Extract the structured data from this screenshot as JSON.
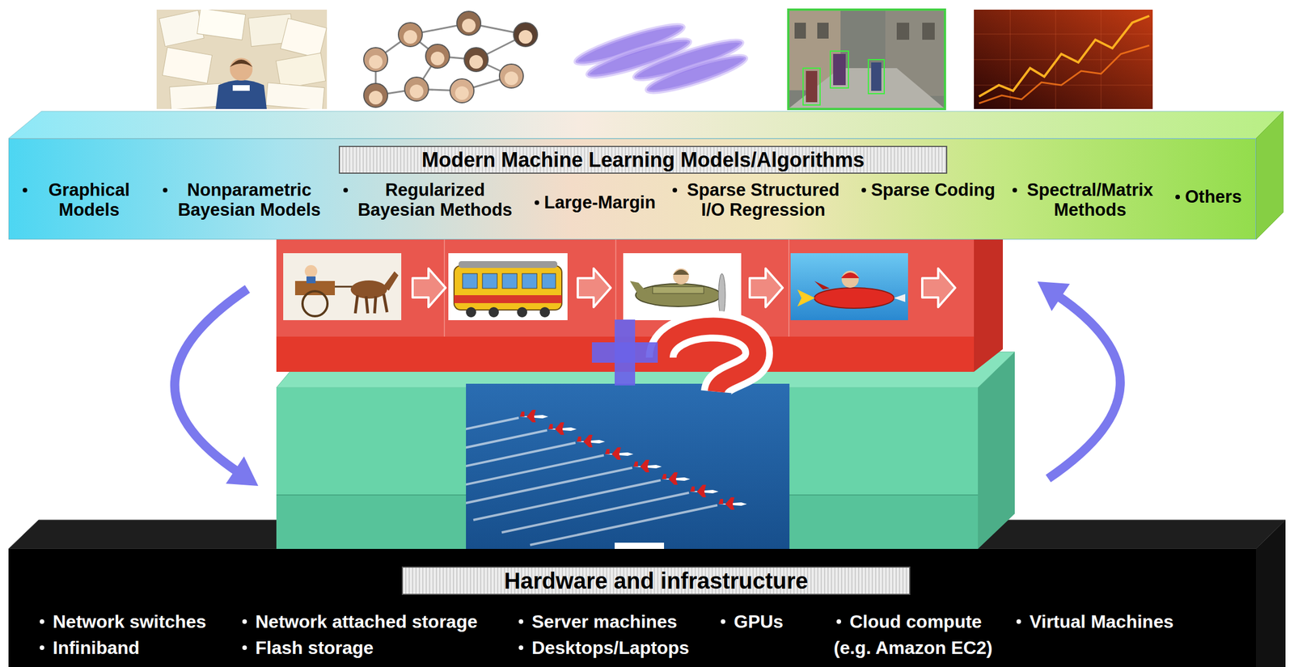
{
  "diagram": {
    "nodes": [
      {
        "text": [
          "Graphical Models",
          "Nonparametric Bayesian Models",
          "Regularized Bayesian Methods",
          "Large-Margin",
          "Sparse Structured I/O Regression",
          "Sparse Coding",
          "Spectral/Matrix Methods",
          "Others"
        ]
      },
      {
        "text": [
          "Modern Machine Learning Models/Algorithms"
        ],
        "in": 0
      },
      {
        "text": [
          "Network switches",
          "Network attached storage",
          "Server machines",
          "GPUs",
          "Cloud compute (e.g. Amazon EC2)",
          "Virtual Machines",
          "Infiniband",
          "Flash storage",
          "Desktops/Laptops"
        ]
      },
      {
        "text": [
          "Hardware and infrastructure"
        ],
        "in": 2
      }
    ]
  }
}
